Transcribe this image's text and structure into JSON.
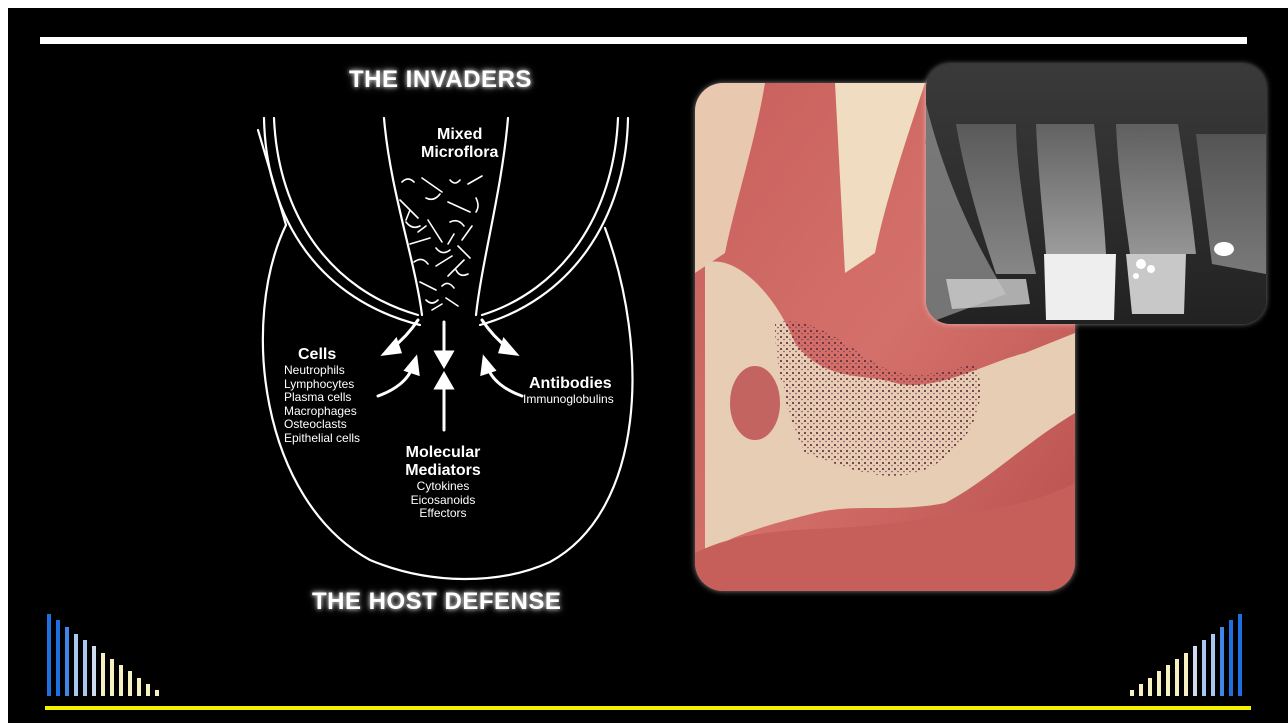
{
  "titles": {
    "top": "THE INVADERS",
    "bottom": "THE HOST DEFENSE"
  },
  "diagram": {
    "microflora": [
      "Mixed",
      "Microflora"
    ],
    "cells": {
      "heading": "Cells",
      "items": [
        "Neutrophils",
        "Lymphocytes",
        "Plasma cells",
        "Macrophages",
        "Osteoclasts",
        "Epithelial cells"
      ]
    },
    "antibodies": {
      "heading": "Antibodies",
      "items": [
        "Immunoglobulins"
      ]
    },
    "mediators": {
      "heading": [
        "Molecular",
        "Mediators"
      ],
      "items": [
        "Cytokines",
        "Eicosanoids",
        "Effectors"
      ]
    }
  },
  "images": {
    "histology": "histology-photo",
    "radiograph": "dental-radiograph"
  },
  "colors": {
    "top_rule": "#ffffff",
    "bottom_rule": "#f5f000",
    "bar_blue": "#1e6fe0",
    "bar_light_blue": "#a9c8f0",
    "bar_cream": "#f7f1c2"
  }
}
